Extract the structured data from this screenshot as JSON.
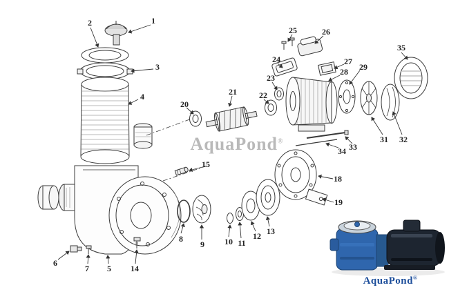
{
  "watermark": {
    "text": "AquaPond",
    "reg": "®"
  },
  "brand": {
    "name": "AquaPond",
    "reg": "®",
    "color": "#1e4f9b"
  },
  "parts": {
    "p1": "1",
    "p2": "2",
    "p3": "3",
    "p4": "4",
    "p5": "5",
    "p6": "6",
    "p7": "7",
    "p8": "8",
    "p9": "9",
    "p10": "10",
    "p11": "11",
    "p12": "12",
    "p13": "13",
    "p14": "14",
    "p15": "15",
    "p18": "18",
    "p19": "19",
    "p20": "20",
    "p21": "21",
    "p22": "22",
    "p23": "23",
    "p24": "24",
    "p25": "25",
    "p26": "26",
    "p27": "27",
    "p28": "28",
    "p29": "29",
    "p31": "31",
    "p32": "32",
    "p33": "33",
    "p34": "34",
    "p35": "35"
  }
}
